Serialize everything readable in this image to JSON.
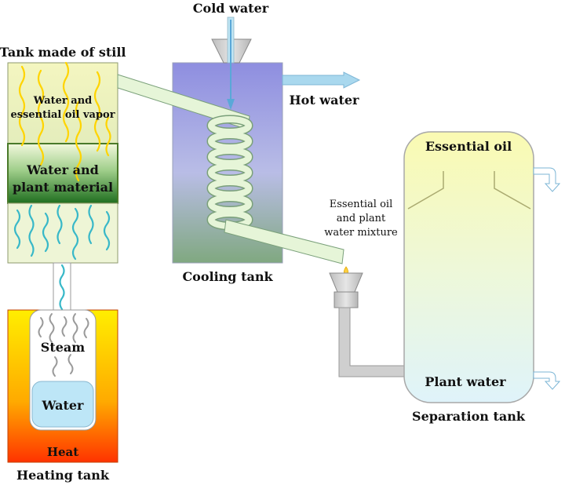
{
  "title": "",
  "labels": {
    "cold_water": "Cold water",
    "hot_water": "Hot water",
    "tank_still": "Tank made of still",
    "vapor_line1": "Water and",
    "vapor_line2": "essential oil vapor",
    "plant_line1": "Water and",
    "plant_line2": "plant material",
    "cooling_tank": "Cooling tank",
    "mixture_line1": "Essential oil",
    "mixture_line2": "and plant",
    "mixture_line3": "water mixture",
    "essential_oil": "Essential oil",
    "plant_water": "Plant water",
    "separation_tank": "Separation tank",
    "steam": "Steam",
    "water": "Water",
    "heat": "Heat",
    "heating_tank": "Heating tank"
  },
  "colors": {
    "tube_fill": "#e6f5d8",
    "tube_stroke": "#7aa07a",
    "vapor_wave": "#ffd400",
    "liquid_wave": "#38b8c8",
    "steam_wave": "#999999",
    "water_box": "#bde6f7",
    "flow_arrow": "#9cc9e6"
  },
  "icons": [
    "funnel-icon",
    "arrow-icon",
    "coil-icon",
    "drop-icon"
  ]
}
